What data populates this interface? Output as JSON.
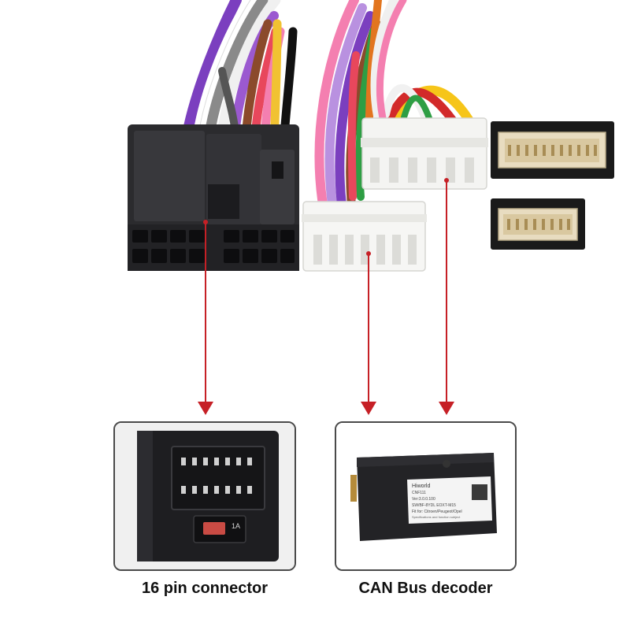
{
  "captions": {
    "left": "16 pin connector",
    "right": "CAN Bus decoder"
  },
  "colors": {
    "arrow": "#c62026",
    "panel_border": "#4a4a4a",
    "connector_black": "#2b2b2e",
    "connector_white": "#f2f2f0",
    "pin_gold": "#d9c8a0"
  },
  "wire_colors": [
    "#7b3fbf",
    "#ffffff",
    "#8a8a8a",
    "#e8475c",
    "#f1c232",
    "#111111",
    "#f47fb0",
    "#e2751f",
    "#8b4a2b",
    "#2e9e44",
    "#d22a2a",
    "#f6c519",
    "#b991e0"
  ],
  "decoder_label": {
    "brand": "Hiworld",
    "lines": [
      "CNF111",
      "Ver:3.0.0.100",
      "SW/BF-8YDL EOXT-M15",
      "Fit for: Citroen/Peugeot/Opel",
      "Specifications and function subject"
    ]
  },
  "fuse_label": "1A"
}
